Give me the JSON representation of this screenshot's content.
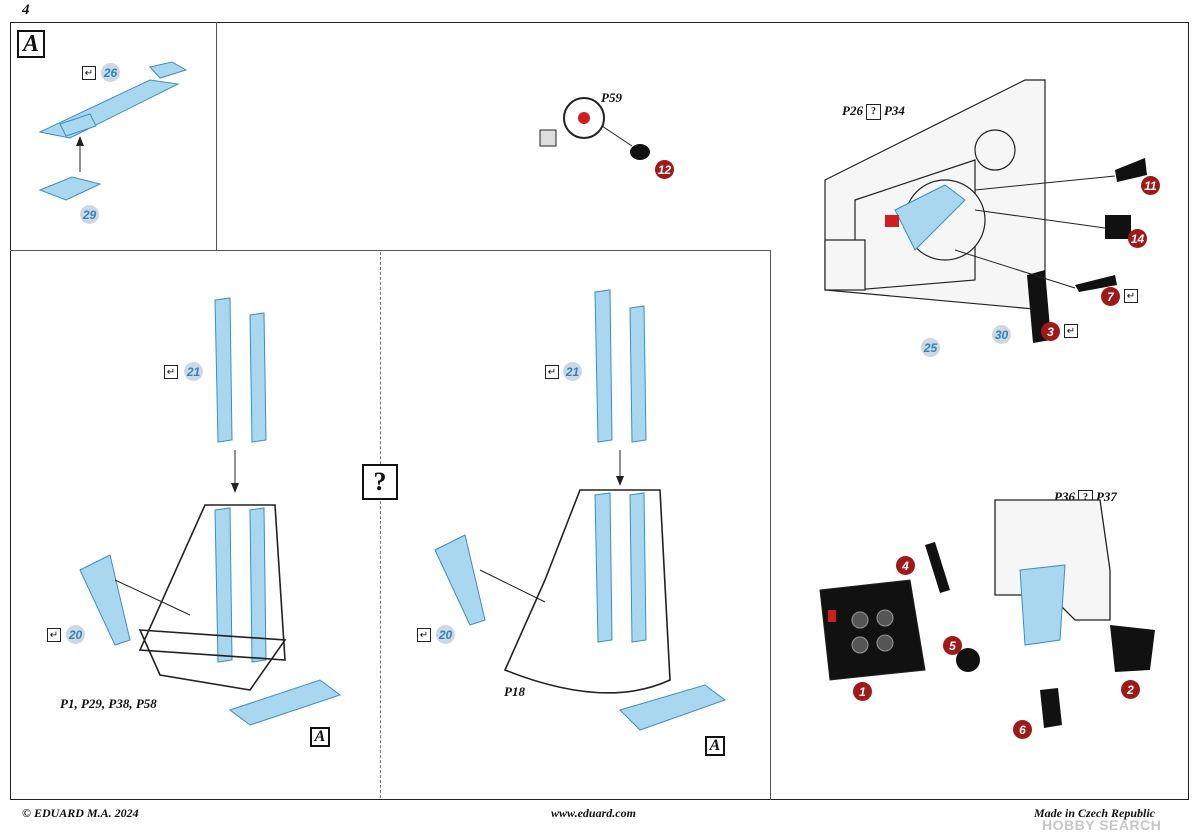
{
  "page_number": "4",
  "section_marker": "A",
  "question_mark": "?",
  "part_refs": {
    "p59": "P59",
    "p26": "P26",
    "p34": "P34",
    "p36": "P36",
    "p37": "P37",
    "p18": "P18",
    "p_list": "P1, P29, P38, P58"
  },
  "step_symbol": "?",
  "check_glyph": "↵",
  "part_numbers": {
    "pe_color": [
      "26",
      "29",
      "21",
      "20",
      "21",
      "20",
      "25",
      "30"
    ],
    "pe_black": [
      "12",
      "11",
      "14",
      "7",
      "3",
      "4",
      "5",
      "1",
      "2",
      "6"
    ]
  },
  "sub_refs": {
    "seat_a_ref": "A",
    "seat_b_ref": "A"
  },
  "footer": {
    "copyright": "© EDUARD  M.A. 2024",
    "website": "www.eduard.com",
    "made_in": "Made in Czech Republic"
  },
  "watermark": "HOBBY SEARCH",
  "colors": {
    "pe_blue": "#a9d7ef",
    "pe_red": "#a01919",
    "line": "#222222"
  }
}
